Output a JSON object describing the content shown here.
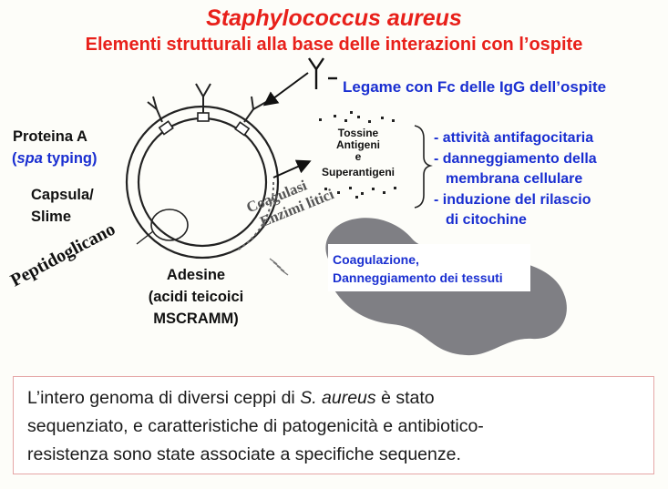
{
  "title": {
    "main": "Staphylococcus aureus",
    "subtitle": "Elementi strutturali alla base delle interazioni con l’ospite"
  },
  "diagram": {
    "igg_label": "Legame con Fc delle IgG dell’ospite",
    "protein_a": "Proteina A",
    "spa_typing": "(spa typing)",
    "capsule_line1": "Capsula/",
    "capsule_line2": "Slime",
    "peptidoglycan": "Peptidoglicano",
    "adhesins_line1": "Adesine",
    "adhesins_line2": "(acidi teicoici",
    "adhesins_line3": "MSCRAMM)",
    "toxins_line1": "Tossine",
    "toxins_line2": "Antigeni",
    "toxins_line3": "e",
    "toxins_line4": "Superantigeni",
    "coagulase_line1": "Coagulasi",
    "coagulase_line2": "Enzimi litici",
    "effects": [
      "- attività antifagocitaria",
      "- danneggiamento della",
      "membrana cellulare",
      "- induzione del rilascio",
      "di citochine"
    ],
    "tissue_line1": "Coagulazione,",
    "tissue_line2": "Danneggiamento dei tessuti"
  },
  "summary": {
    "line1_pre": "L’intero genoma di diversi ceppi di ",
    "line1_species": "S. aureus",
    "line1_post": " è stato",
    "line2": "sequenziato, e caratteristiche di patogenicità e antibiotico-",
    "line3": "resistenza sono state associate a specifiche sequenze."
  },
  "colors": {
    "title_red": "#e8201a",
    "label_blue": "#1a2fd1",
    "tissue_gray": "#7f7f84",
    "tissue_panel": "#ffffff",
    "summary_border": "#e5a6a6"
  }
}
